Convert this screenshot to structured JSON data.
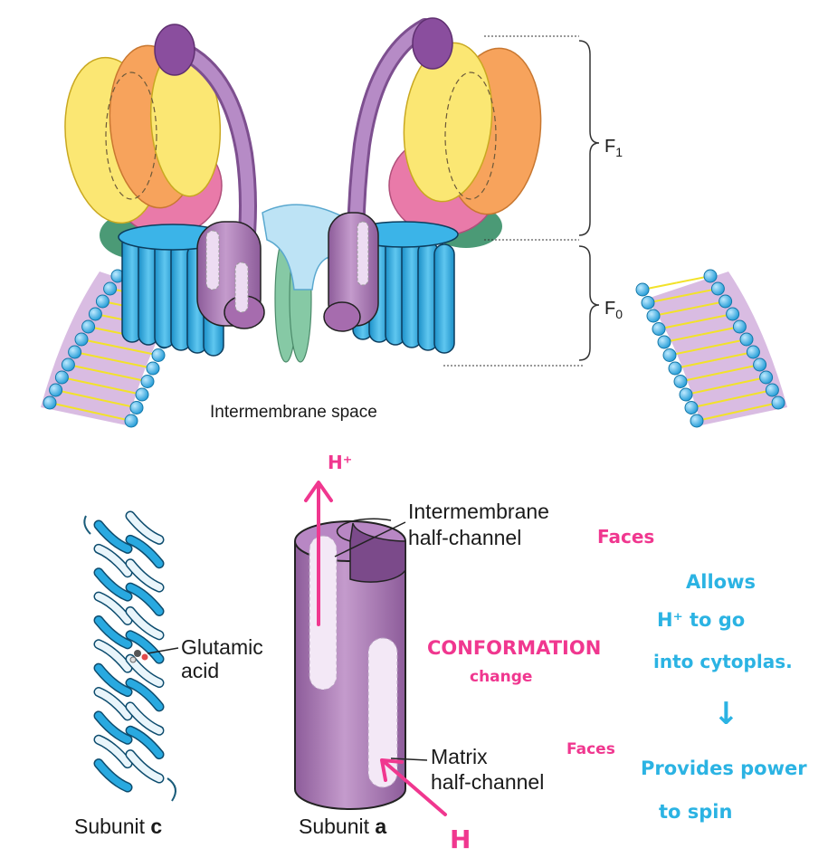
{
  "labels": {
    "space": "Intermembrane space",
    "f1_main": "F",
    "f1_sub": "1",
    "f0_main": "F",
    "f0_sub": "0",
    "glutamic_1": "Glutamic",
    "glutamic_2": "acid",
    "inter_1": "Intermembrane",
    "inter_2": "half-channel",
    "matrix_1": "Matrix",
    "matrix_2": "half-channel",
    "subunit_c": "Subunit",
    "subunit_c_bold": "c",
    "subunit_a": "Subunit",
    "subunit_a_bold": "a"
  },
  "annotations": {
    "h_plus_top": "H⁺",
    "h_bottom": "H",
    "faces_1": "Faces",
    "faces_2": "Faces",
    "conformation_1": "CONFORMATION",
    "conformation_2": "change",
    "allows_1": "Allows",
    "allows_2": "H⁺ to go",
    "allows_3": "into cytoplas.",
    "down_arrow": "↓",
    "provides_1": "Provides power",
    "provides_2": "to spin"
  },
  "colors": {
    "membrane_head": "#29a9e0",
    "lipid_tail": "#f2e22a",
    "c_ring": "#29a9e0",
    "subunit_a": "#a66cae",
    "stalk": "#a174b8",
    "delta": "#8a4e9e",
    "alpha": "#f7a35c",
    "beta": "#fbe773",
    "gamma_pink": "#e97aa9",
    "green_ring": "#4b9a76",
    "central_stalk": "#86c9a5",
    "epsilon": "#bde3f5",
    "pink_ink": "#f0378f",
    "cyan_ink": "#2bb3e3"
  }
}
